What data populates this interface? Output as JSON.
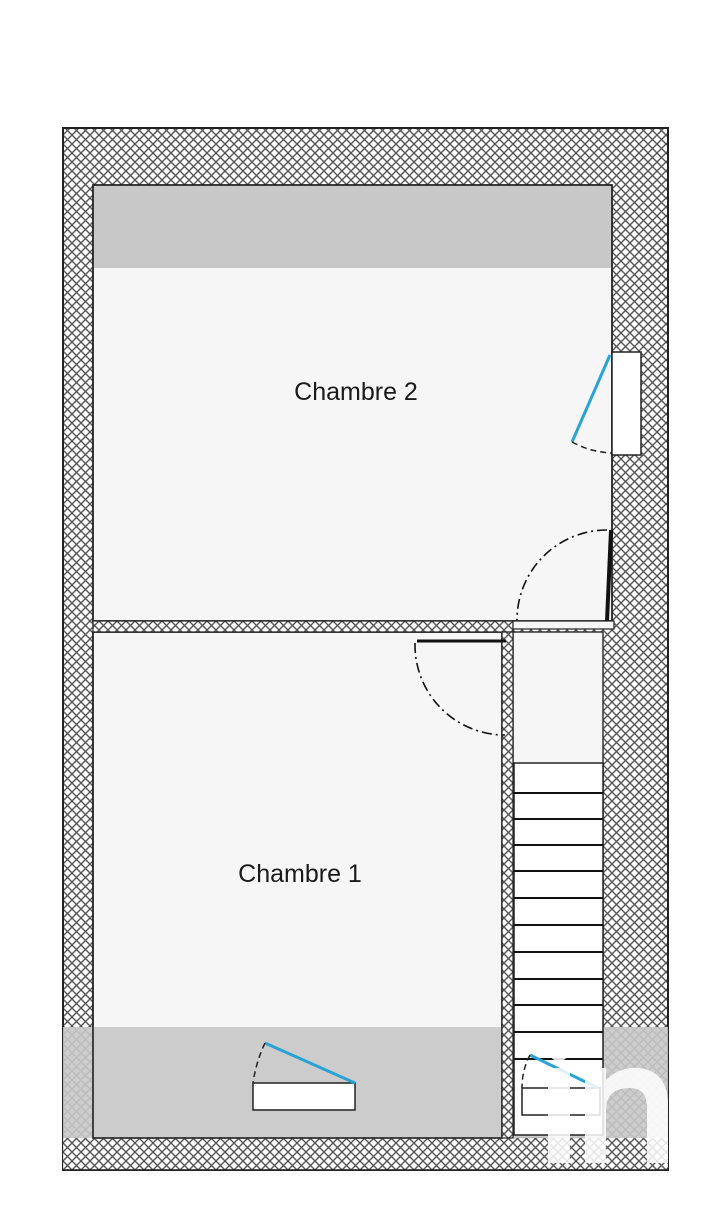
{
  "rooms": [
    {
      "id": "chambre-2",
      "label": "Chambre 2"
    },
    {
      "id": "chambre-1",
      "label": "Chambre 1"
    }
  ],
  "colors": {
    "wall_hatch": "#8a8a8a",
    "wall_outline": "#222222",
    "floor": "#f6f6f6",
    "low_ceiling_zone": "#c8c8c8",
    "window": "#29a3d6",
    "watermark": "#ffffff"
  },
  "icons": {
    "window": "roof-window-icon",
    "door": "door-swing-icon",
    "stairs": "staircase-icon",
    "watermark": "brand-watermark-icon"
  }
}
